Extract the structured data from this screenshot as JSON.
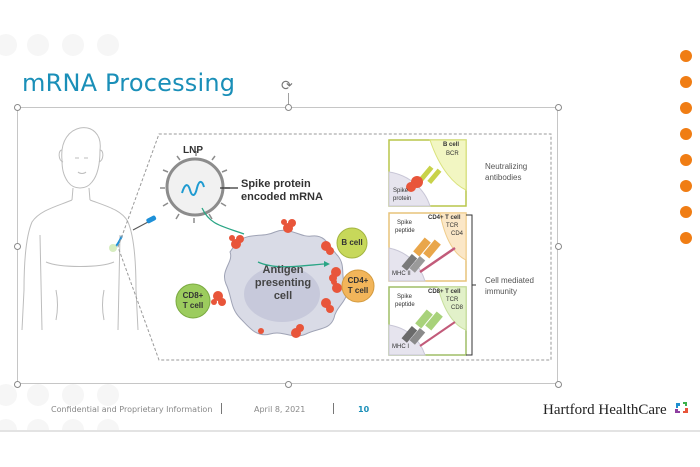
{
  "slide": {
    "title": "mRNA Processing",
    "footer": {
      "confidential": "Confidential and Proprietary Information",
      "date": "April 8, 2021",
      "page_number": "10"
    },
    "brand": {
      "name": "Hartford HealthCare",
      "logo_icon": "hhc-logo-icon"
    },
    "accent_colors": {
      "title": "#1a8fb8",
      "bullets": "#f07d14"
    },
    "orange_dot_count": 8
  },
  "diagram": {
    "lnp_label": "LNP",
    "mrna_label_line1": "Spike protein",
    "mrna_label_line2": "encoded mRNA",
    "apc_label_line1": "Antigen",
    "apc_label_line2": "presenting",
    "apc_label_line3": "cell",
    "b_cell": "B cell",
    "cd4_line1": "CD4+",
    "cd4_line2": "T cell",
    "cd8_line1": "CD8+",
    "cd8_line2": "T cell",
    "panel1": {
      "cell": "B cell",
      "receptor": "BCR",
      "antigen_line1": "Spike",
      "antigen_line2": "protein"
    },
    "panel2": {
      "cell": "CD4+ T cell",
      "tcr": "TCR",
      "co": "CD4",
      "peptide_line1": "Spike",
      "peptide_line2": "peptide",
      "mhc": "MHC II"
    },
    "panel3": {
      "cell": "CD8+ T cell",
      "tcr": "TCR",
      "co": "CD8",
      "peptide_line1": "Spike",
      "peptide_line2": "peptide",
      "mhc": "MHC I"
    },
    "outcome1_line1": "Neutralizing",
    "outcome1_line2": "antibodies",
    "outcome2_line1": "Cell mediated",
    "outcome2_line2": "immunity"
  }
}
